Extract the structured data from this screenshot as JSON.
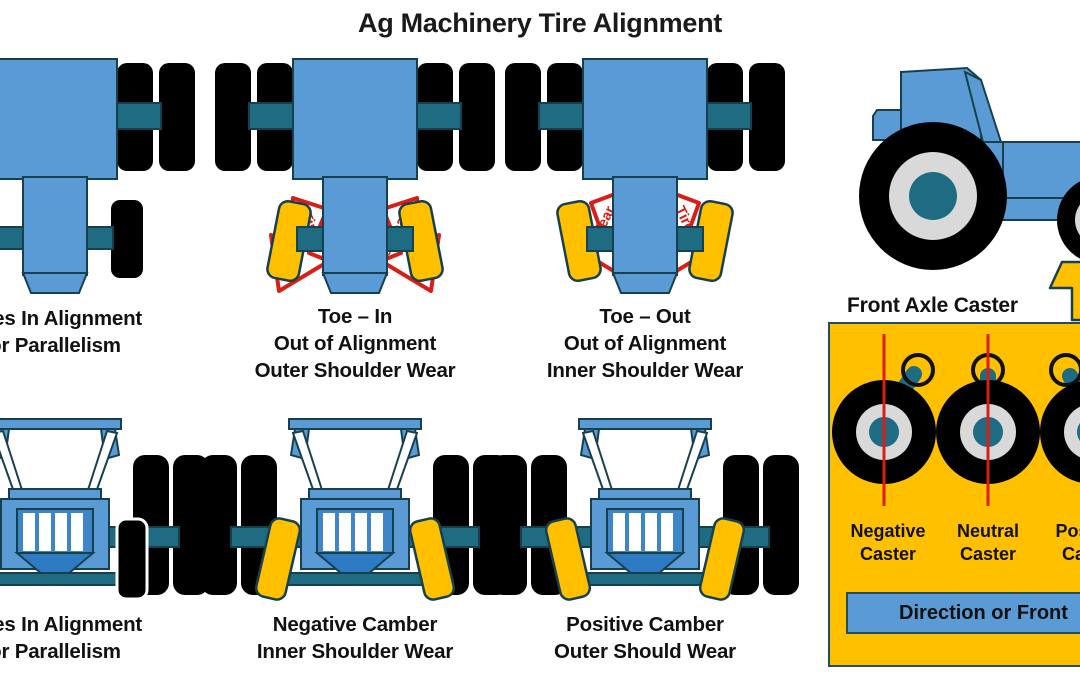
{
  "title": "Ag Machinery Tire Alignment",
  "colors": {
    "body_blue": "#5B9BD5",
    "body_blue_dark": "#3F86C8",
    "axle_teal": "#1F6C82",
    "outline": "#17404F",
    "tire_black": "#000000",
    "highlight_yellow": "#FFC000",
    "wear_red": "#D91E18",
    "hub_gray": "#D9D9D9",
    "panel_yellow": "#FFC000",
    "banner_blue": "#5B9BD5",
    "text": "#111111"
  },
  "top_row": [
    {
      "id": "aligned-top",
      "view": "top-view-tractor",
      "state": "aligned",
      "caption": [
        "Tires In Alignment",
        "or Parallelism"
      ],
      "wear_arrows": []
    },
    {
      "id": "toe-in",
      "view": "top-view-tractor",
      "state": "toe-in",
      "caption": [
        "Toe – In",
        "Out of Alignment",
        "Outer Shoulder Wear"
      ],
      "wear_arrows": [
        "Tire Wear",
        "Tire Wear"
      ]
    },
    {
      "id": "toe-out",
      "view": "top-view-tractor",
      "state": "toe-out",
      "caption": [
        "Toe – Out",
        "Out of Alignment",
        "Inner Shoulder Wear"
      ],
      "wear_arrows": [
        "Tire Wear",
        "Tire Wear"
      ]
    }
  ],
  "bottom_row": [
    {
      "id": "aligned-front",
      "view": "front-view-tractor",
      "state": "aligned",
      "caption": [
        "Tires In Alignment",
        "or Parallelism"
      ]
    },
    {
      "id": "negative-camber",
      "view": "front-view-tractor",
      "state": "negative-camber",
      "caption": [
        "Negative Camber",
        "Inner Shoulder Wear"
      ]
    },
    {
      "id": "positive-camber",
      "view": "front-view-tractor",
      "state": "positive-camber",
      "caption": [
        "Positive Camber",
        "Outer Should Wear"
      ]
    }
  ],
  "right_panel": {
    "tractor_side_view": "side-view-tractor",
    "panel_title": "Front Axle Caster",
    "casters": [
      {
        "id": "negative-caster",
        "label": [
          "Negative",
          "Caster"
        ],
        "tilt": "forward"
      },
      {
        "id": "neutral-caster",
        "label": [
          "Neutral",
          "Caster"
        ],
        "tilt": "vertical"
      },
      {
        "id": "positive-caster",
        "label": [
          "Positive",
          "Caster"
        ],
        "tilt": "backward"
      }
    ],
    "direction_banner": "Direction or Front",
    "arrow": "up-arrow-yellow"
  }
}
